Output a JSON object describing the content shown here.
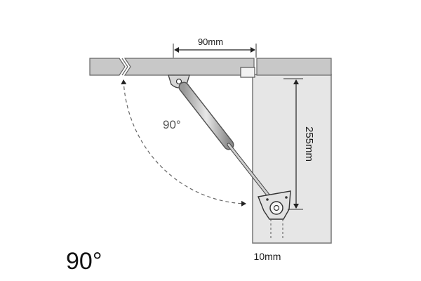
{
  "labels": {
    "top_dimension": "90mm",
    "vertical_dimension": "255mm",
    "bottom_dimension": "10mm",
    "swing_angle": "90°",
    "corner_caption": "90°"
  }
}
